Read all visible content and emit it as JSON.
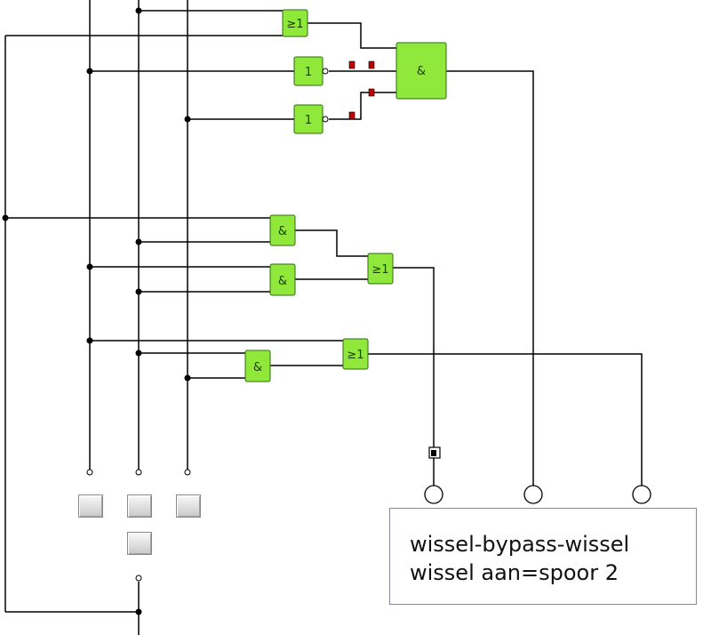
{
  "diagram": {
    "gates": {
      "or_top": "≥1",
      "not_upper": "1",
      "not_lower": "1",
      "and_main": "&",
      "and_mid_upper": "&",
      "and_mid_lower": "&",
      "or_mid": "≥1",
      "or_bottom": "≥1",
      "and_bottom": "&"
    }
  },
  "label_box": {
    "line1": "wissel-bypass-wissel",
    "line2": "wissel aan=spoor 2"
  }
}
